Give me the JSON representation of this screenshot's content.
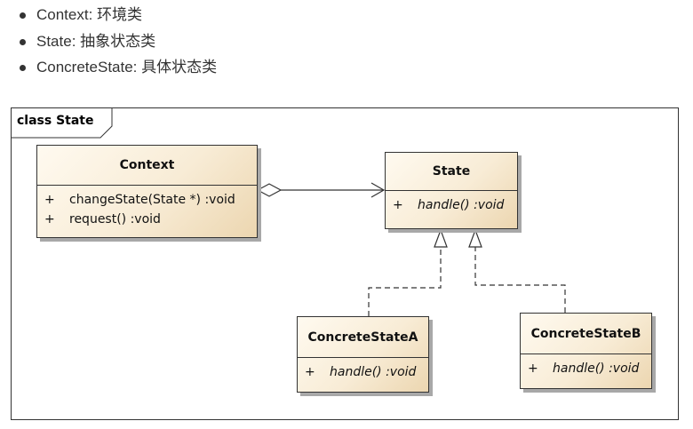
{
  "bullets": [
    "Context: 环境类",
    "State: 抽象状态类",
    "ConcreteState: 具体状态类"
  ],
  "diagram": {
    "frame_title": "class State",
    "classes": {
      "context": {
        "name": "Context",
        "operations": [
          {
            "visibility": "+",
            "signature": "changeState(State *)  :void"
          },
          {
            "visibility": "+",
            "signature": "request()  :void"
          }
        ]
      },
      "state": {
        "name": "State",
        "operations": [
          {
            "visibility": "+",
            "signature": "handle()  :void"
          }
        ]
      },
      "concrete_a": {
        "name": "ConcreteStateA",
        "operations": [
          {
            "visibility": "+",
            "signature": "handle()  :void"
          }
        ]
      },
      "concrete_b": {
        "name": "ConcreteStateB",
        "operations": [
          {
            "visibility": "+",
            "signature": "handle()  :void"
          }
        ]
      }
    },
    "colors": {
      "class_fill_light": "#fffaf0",
      "class_fill_dark": "#ecd6b0",
      "line": "#333333"
    }
  }
}
